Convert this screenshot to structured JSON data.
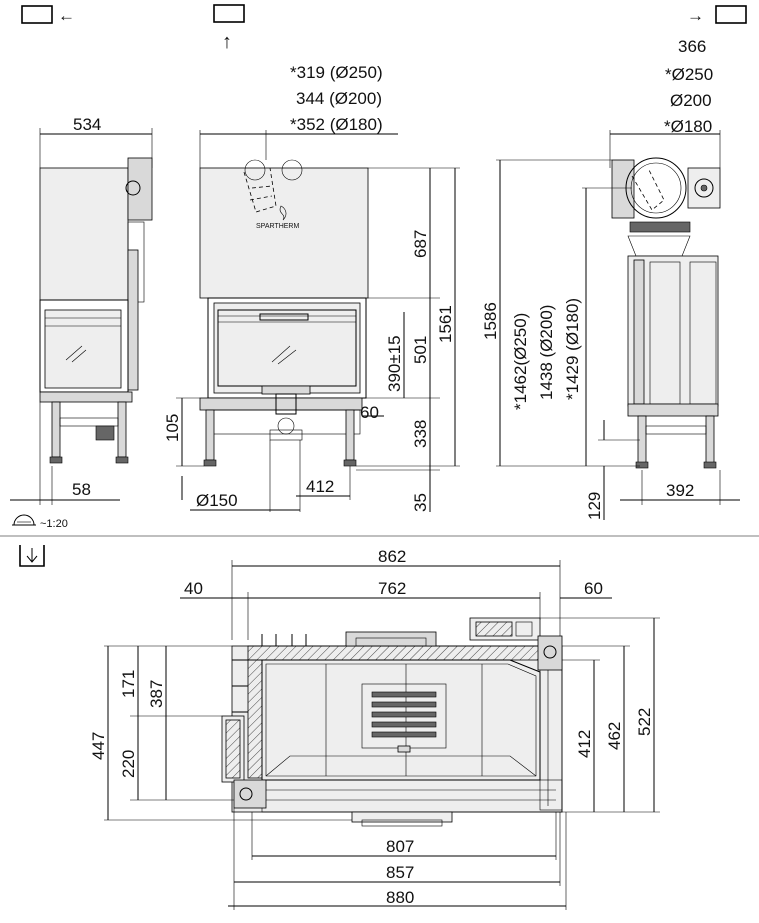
{
  "view_icons": {
    "left_arrow": "←",
    "front_arrow": "↑",
    "right_arrow": "→",
    "top_arrow": "↓"
  },
  "scale": {
    "label": "~1:20"
  },
  "front_view": {
    "flue_heights": [
      "*319 (Ø250)",
      "344 (Ø200)",
      "*352 (Ø180)"
    ],
    "logo": "SPARTHERM",
    "dims": {
      "d687": "687",
      "d1561": "1561",
      "d501": "501",
      "d390": "390±15",
      "d60": "60",
      "d338": "338",
      "d105": "105",
      "d412": "412",
      "d150": "Ø150",
      "d35": "35"
    }
  },
  "left_view": {
    "dims": {
      "d534": "534",
      "d58": "58"
    }
  },
  "right_view": {
    "flue_specs": [
      "366",
      "*Ø250",
      "Ø200",
      "*Ø180"
    ],
    "dims": {
      "d1586": "1586",
      "d1462": "*1462(Ø250)",
      "d1438": "1438 (Ø200)",
      "d1429": "*1429 (Ø180)",
      "d129": "129",
      "d392": "392"
    }
  },
  "plan_view": {
    "dims": {
      "d862": "862",
      "d40": "40",
      "d762": "762",
      "d60": "60",
      "d171": "171",
      "d387": "387",
      "d447": "447",
      "d220": "220",
      "d412": "412",
      "d462": "462",
      "d522": "522",
      "d807": "807",
      "d857": "857",
      "d880": "880"
    }
  }
}
